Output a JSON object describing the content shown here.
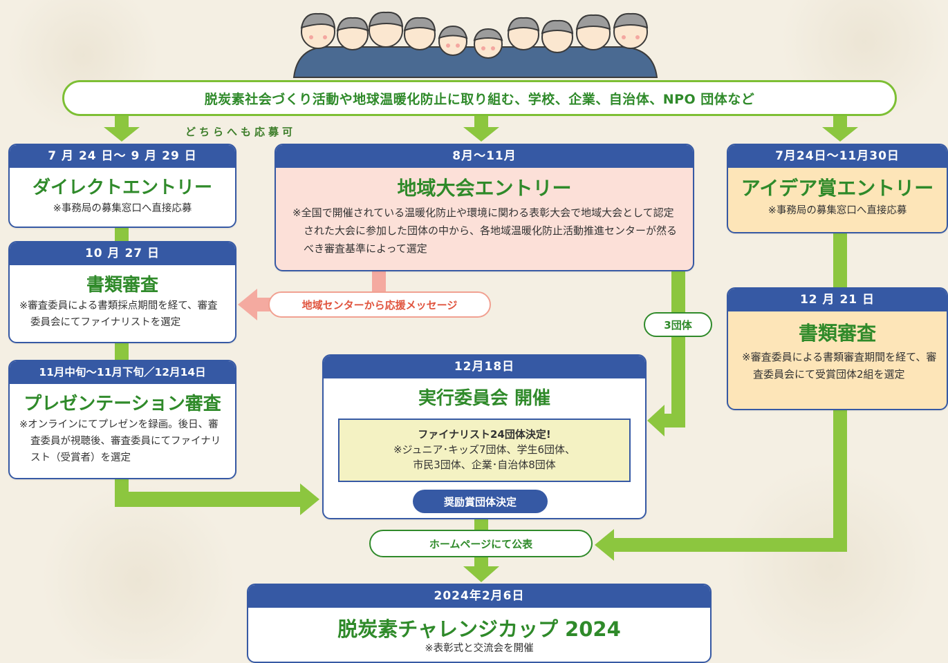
{
  "top": {
    "participants": "脱炭素社会づくり活動や地球温暖化防止に取り組む、学校、企業、自治体、NPO 団体など",
    "either_note": "どちらへも応募可"
  },
  "direct": {
    "date": "7 月 24 日〜 9 月 29 日",
    "title": "ダイレクトエントリー",
    "note": "※事務局の募集窓口へ直接応募"
  },
  "docs_review": {
    "date": "10 月 27 日",
    "title": "書類審査",
    "note": "※審査委員による書類採点期間を経て、審査委員会にてファイナリストを選定"
  },
  "presentation": {
    "date": "11月中旬〜11月下旬／12月14日",
    "title": "プレゼンテーション審査",
    "note": "※オンラインにてプレゼンを録画。後日、審査委員が視聴後、審査委員にてファイナリスト（受賞者）を選定"
  },
  "regional": {
    "date": "8月〜11月",
    "title": "地域大会エントリー",
    "note": "※全国で開催されている温暖化防止や環境に関わる表彰大会で地域大会として認定された大会に参加した団体の中から、各地域温暖化防止活動推進センターが然るべき審査基準によって選定"
  },
  "regional_message": "地域センターから応援メッセージ",
  "regional_count": "3団体",
  "idea": {
    "date": "7月24日〜11月30日",
    "title": "アイデア賞エントリー",
    "note": "※事務局の募集窓口へ直接応募"
  },
  "idea_review": {
    "date": "12 月 21 日",
    "title": "書類審査",
    "note": "※審査委員による書類審査期間を経て、審査委員会にて受賞団体2組を選定"
  },
  "committee": {
    "date": "12月18日",
    "title": "実行委員会 開催",
    "finalist_head": "ファイナリスト24団体決定!",
    "finalist_line1": "※ジュニア･キッズ7団体、学生6団体、",
    "finalist_line2": "市民3団体、企業･自治体8団体",
    "award": "奨励賞団体決定"
  },
  "homepage": "ホームページにて公表",
  "final": {
    "date": "2024年2月6日",
    "title": "脱炭素チャレンジカップ 2024",
    "note": "※表彰式と交流会を開催"
  },
  "colors": {
    "green_arrow": "#8cc63f",
    "blue_header": "#3659a4",
    "title_green": "#2f8a2a",
    "pink": "#fce0d8",
    "orange": "#fde5b8",
    "pink_arrow": "#f4aaa0"
  }
}
